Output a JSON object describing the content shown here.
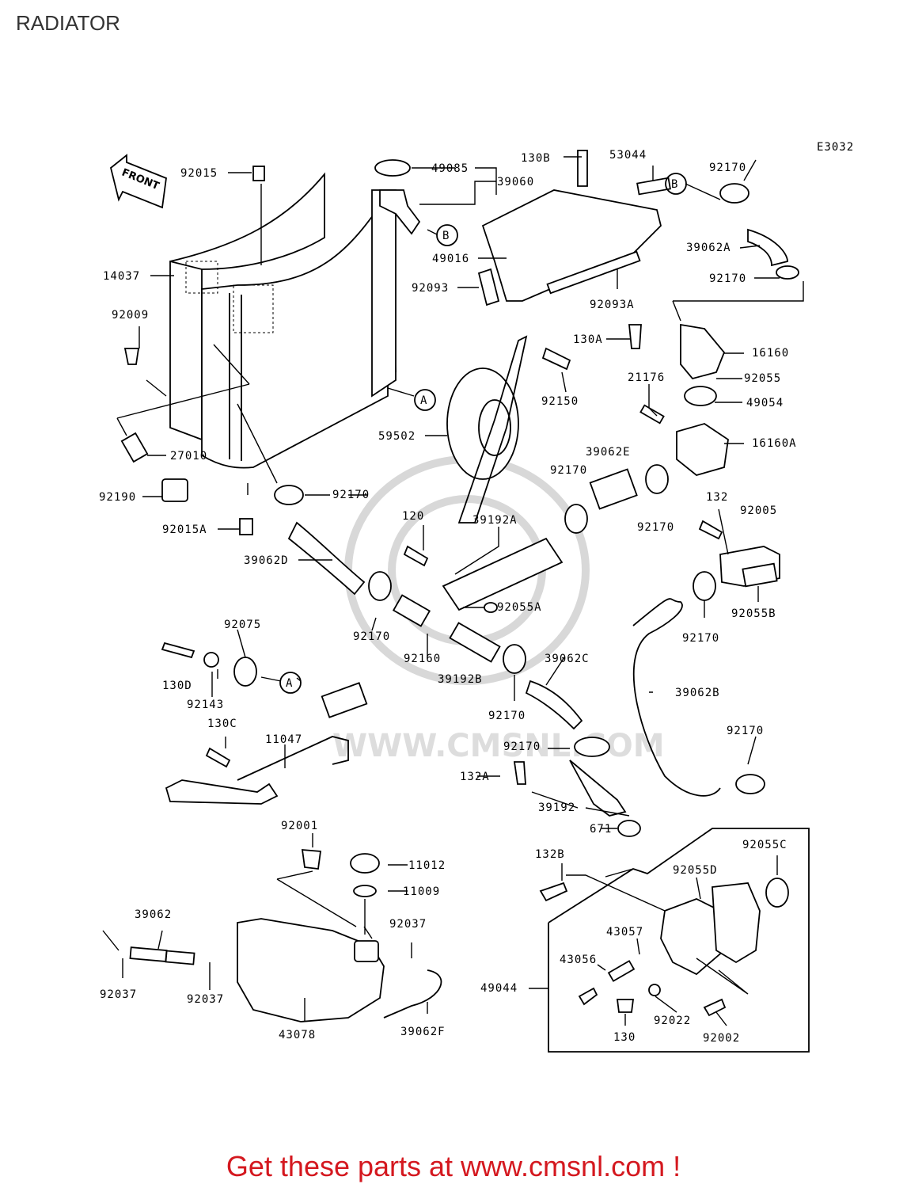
{
  "page": {
    "title": "RADIATOR"
  },
  "diagram": {
    "code": "E3032",
    "front_arrow": "FRONT",
    "watermark": "WWW.CMSNL.COM",
    "callouts": [
      "A",
      "B"
    ],
    "part_numbers": [
      "92015",
      "49085",
      "39060",
      "130B",
      "53044",
      "92170",
      "49016",
      "14037",
      "92093",
      "92093A",
      "39062A",
      "92009",
      "130A",
      "16160",
      "21176",
      "92055",
      "49054",
      "92150",
      "59502",
      "16160A",
      "39062E",
      "27010",
      "92190",
      "92015A",
      "120",
      "39192A",
      "132",
      "92005",
      "39062D",
      "92055A",
      "92055B",
      "92075",
      "92160",
      "39062C",
      "130D",
      "39192B",
      "92143",
      "39062B",
      "130C",
      "11047",
      "132A",
      "39192",
      "671",
      "92001",
      "11012",
      "132B",
      "92055C",
      "92055D",
      "11009",
      "39062",
      "92037",
      "43057",
      "43056",
      "49044",
      "92022",
      "130",
      "92002",
      "43078",
      "39062F"
    ]
  },
  "footer": {
    "text": "Get these parts at www.cmsnl.com !"
  }
}
